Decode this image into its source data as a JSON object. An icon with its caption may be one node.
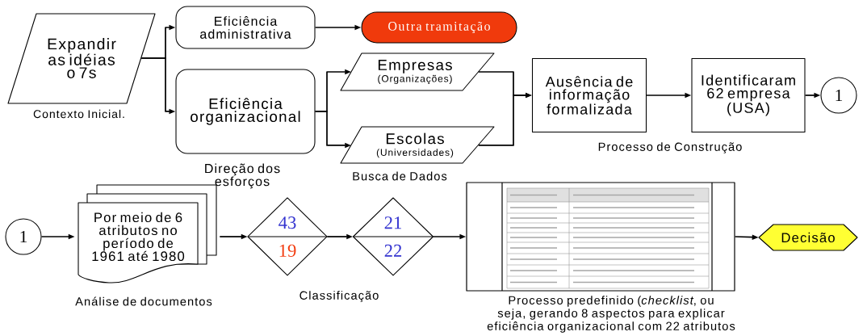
{
  "diagram": {
    "nodes": [
      {
        "text": [
          "Expandir as idéias o 7s"
        ],
        "beside": [
          "Contexto Inicial."
        ]
      },
      {
        "text": [
          "Eficiência administrativa"
        ]
      },
      {
        "text": [
          "Eficiência organizacional"
        ]
      },
      {
        "text": [
          "Outra tramitação"
        ]
      },
      {
        "text": [
          "Empresas",
          "(Organizações)"
        ]
      },
      {
        "text": [
          "Escolas",
          "(Universidades)"
        ],
        "beside": [
          "Busca de Dados"
        ]
      },
      {
        "text": [
          "Ausência de informação formalizada"
        ]
      },
      {
        "text": [
          "Identificaram 62 empresa (USA)"
        ]
      },
      {
        "text": [
          "1"
        ]
      },
      {
        "text": [
          "1"
        ]
      },
      {
        "text": [
          "Por meio de 6 atributos no período de 1961 até 1980"
        ],
        "beside": [
          "Análise de documentos"
        ]
      },
      {
        "text": [
          "43",
          "19"
        ]
      },
      {
        "text": [
          "21",
          "22"
        ]
      },
      {
        "text": [],
        "shape": "box",
        "beside": [
          "Processo predefinido (*checklist*, ou seja, gerando 8 aspectos para explicar eficiência organizacional com 22 atributos"
        ]
      },
      {
        "text": [
          "Decisão"
        ]
      }
    ],
    "edges": [
      {
        "from": 0,
        "to": 1,
        "arrow": "to"
      },
      {
        "from": 0,
        "to": 2,
        "arrow": "to"
      },
      {
        "from": 1,
        "to": 3,
        "arrow": "to"
      },
      {
        "from": 2,
        "to": 4,
        "arrow": "to"
      },
      {
        "from": 2,
        "to": 5,
        "arrow": "to"
      },
      {
        "from": 4,
        "to": 6,
        "arrow": "to"
      },
      {
        "from": 5,
        "to": 6,
        "arrow": "to"
      },
      {
        "from": 6,
        "to": 7,
        "arrow": "to"
      },
      {
        "from": 7,
        "to": 8,
        "arrow": "to"
      },
      {
        "from": 9,
        "to": 10,
        "arrow": "to"
      },
      {
        "from": 10,
        "to": 11,
        "arrow": "to"
      },
      {
        "from": 11,
        "to": 12,
        "arrow": "to"
      },
      {
        "from": 12,
        "to": 13,
        "arrow": "to"
      },
      {
        "from": 13,
        "to": 14,
        "arrow": "to"
      }
    ],
    "labels": [
      "Direção dos esforços",
      "Processo de Construção",
      "Classificação"
    ]
  }
}
